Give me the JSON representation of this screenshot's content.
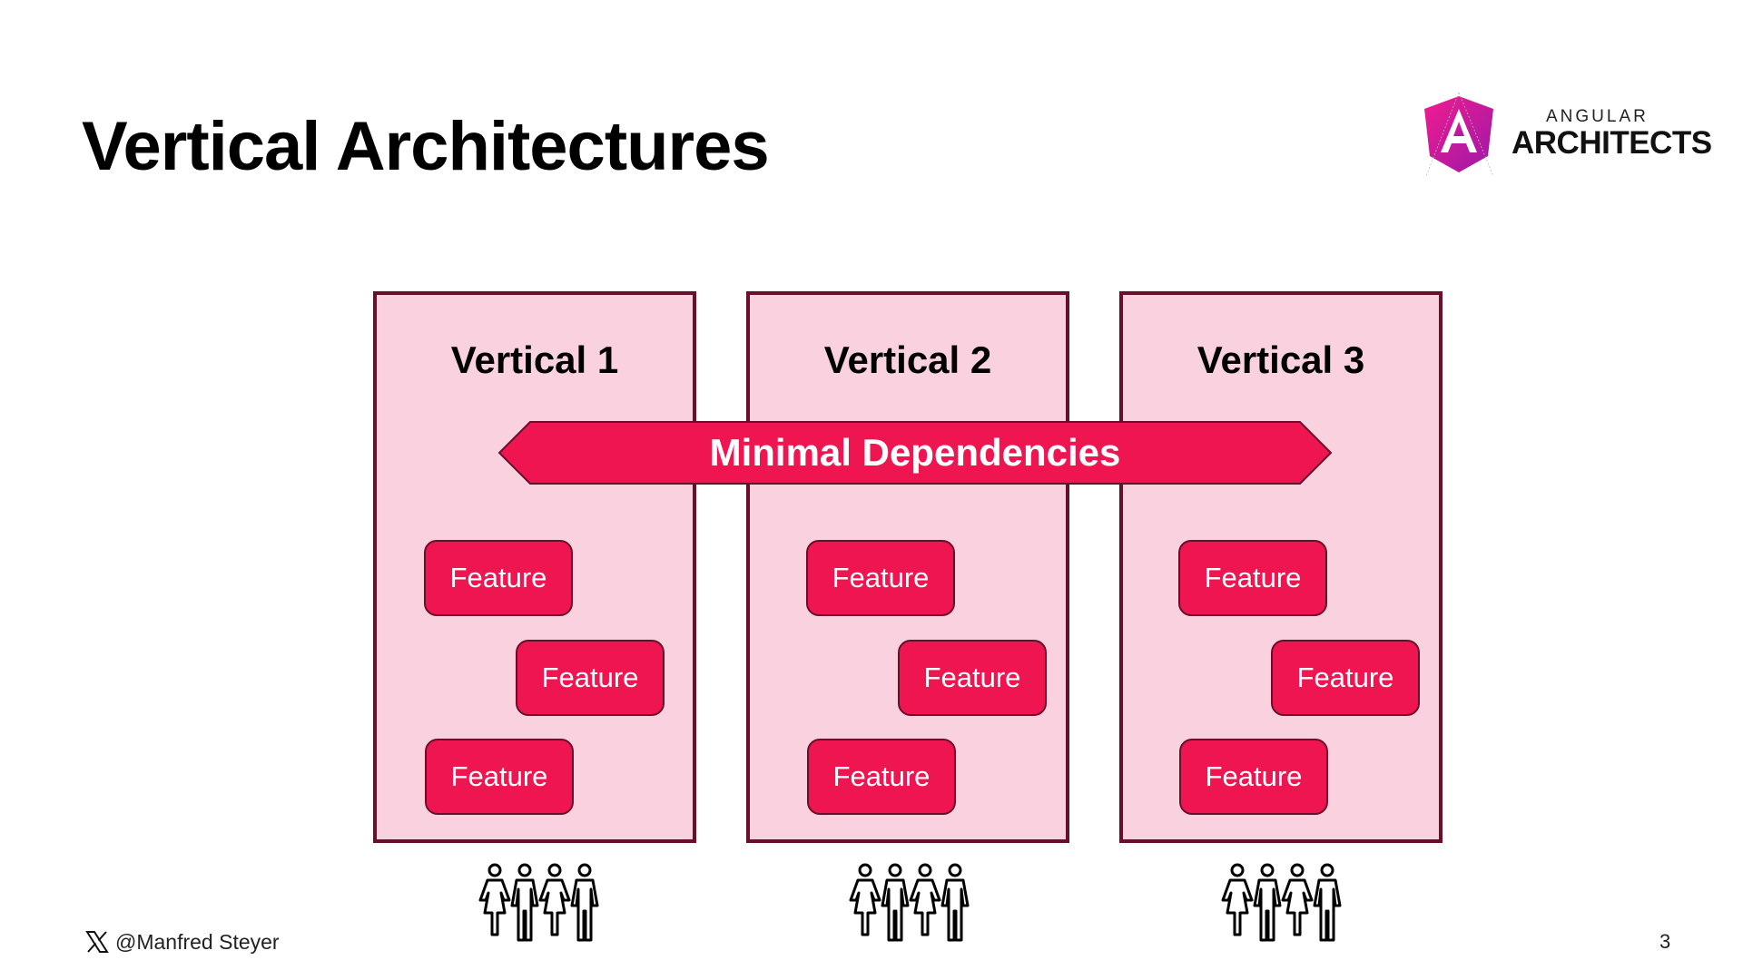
{
  "slide": {
    "title": "Vertical Architectures",
    "page_number": "3"
  },
  "logo": {
    "small_text": "ANGULAR",
    "big_text": "ARCHITECTS",
    "colors": {
      "pink": "#e8157a",
      "magenta": "#b0169c",
      "red": "#ef1551"
    }
  },
  "diagram": {
    "verticals": [
      {
        "title": "Vertical 1",
        "features": [
          "Feature",
          "Feature",
          "Feature"
        ]
      },
      {
        "title": "Vertical 2",
        "features": [
          "Feature",
          "Feature",
          "Feature"
        ]
      },
      {
        "title": "Vertical 3",
        "features": [
          "Feature",
          "Feature",
          "Feature"
        ]
      }
    ],
    "arrow_label": "Minimal Dependencies",
    "team_icon": "team-of-four-people-icon",
    "colors": {
      "vertical_fill": "#fad1de",
      "border": "#6a0f2a",
      "feature_fill": "#ef1551"
    }
  },
  "footer": {
    "handle": "@Manfred Steyer",
    "social_icon": "x-logo-icon"
  }
}
